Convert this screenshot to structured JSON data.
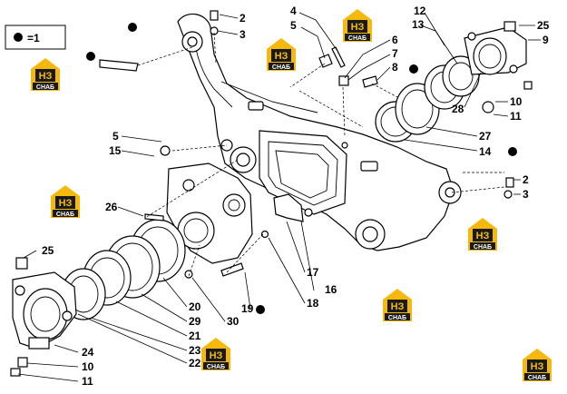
{
  "legend": {
    "text": "=1"
  },
  "watermark": {
    "letters": "НЗ",
    "caption": "СНАБ",
    "colors": {
      "gold": "#f5b80c",
      "dark": "#1a1a1a"
    }
  },
  "callouts": [
    {
      "id": "c2a",
      "text": "2"
    },
    {
      "id": "c3a",
      "text": "3"
    },
    {
      "id": "c4",
      "text": "4"
    },
    {
      "id": "c5a",
      "text": "5"
    },
    {
      "id": "c12",
      "text": "12"
    },
    {
      "id": "c13",
      "text": "13"
    },
    {
      "id": "c6",
      "text": "6"
    },
    {
      "id": "c7",
      "text": "7"
    },
    {
      "id": "c8",
      "text": "8"
    },
    {
      "id": "c25a",
      "text": "25"
    },
    {
      "id": "c9",
      "text": "9"
    },
    {
      "id": "c10a",
      "text": "10"
    },
    {
      "id": "c11a",
      "text": "11"
    },
    {
      "id": "c28",
      "text": "28"
    },
    {
      "id": "c27",
      "text": "27"
    },
    {
      "id": "c14",
      "text": "14"
    },
    {
      "id": "c5b",
      "text": "5"
    },
    {
      "id": "c15",
      "text": "15"
    },
    {
      "id": "c2b",
      "text": "2"
    },
    {
      "id": "c3b",
      "text": "3"
    },
    {
      "id": "c26",
      "text": "26"
    },
    {
      "id": "c25b",
      "text": "25"
    },
    {
      "id": "c17",
      "text": "17"
    },
    {
      "id": "c16",
      "text": "16"
    },
    {
      "id": "c18",
      "text": "18"
    },
    {
      "id": "c19",
      "text": "19"
    },
    {
      "id": "c20",
      "text": "20"
    },
    {
      "id": "c29",
      "text": "29"
    },
    {
      "id": "c30",
      "text": "30"
    },
    {
      "id": "c21",
      "text": "21"
    },
    {
      "id": "c23",
      "text": "23"
    },
    {
      "id": "c24",
      "text": "24"
    },
    {
      "id": "c22",
      "text": "22"
    },
    {
      "id": "c10b",
      "text": "10"
    },
    {
      "id": "c11b",
      "text": "11"
    }
  ]
}
